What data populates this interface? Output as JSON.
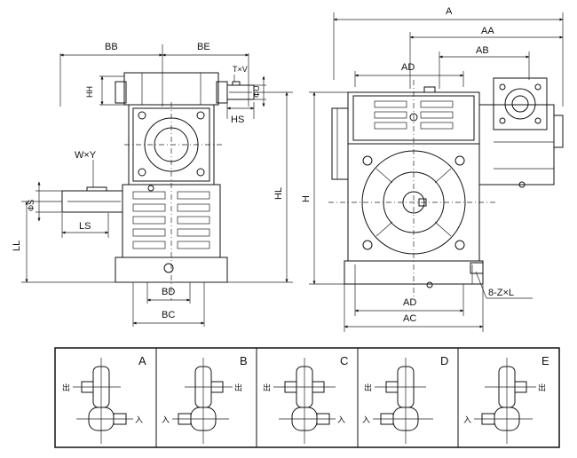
{
  "dimensions": {
    "BB": "BB",
    "BE": "BE",
    "TxV": "T×V",
    "HH": "HH",
    "HS": "HS",
    "ΦU": "ΦU",
    "WxY": "W×Y",
    "ΦS": "ΦS",
    "LS": "LS",
    "LL": "LL",
    "HL": "HL",
    "H": "H",
    "BD": "BD",
    "BC": "BC",
    "A": "A",
    "AA": "AA",
    "AB": "AB",
    "AD_top": "AD",
    "AD_bottom": "AD",
    "AC": "AC",
    "ZxL": "8-Z×L"
  },
  "panels": [
    {
      "letter": "A",
      "left_mark": "出",
      "right_mark": "入"
    },
    {
      "letter": "B",
      "left_mark": "入",
      "right_mark": "出"
    },
    {
      "letter": "C",
      "left_mark": "出",
      "right_mark": "入"
    },
    {
      "letter": "D",
      "left_mark": "出",
      "right_mark": "入"
    },
    {
      "letter": "E",
      "left_mark": "入",
      "right_mark": "出"
    }
  ]
}
